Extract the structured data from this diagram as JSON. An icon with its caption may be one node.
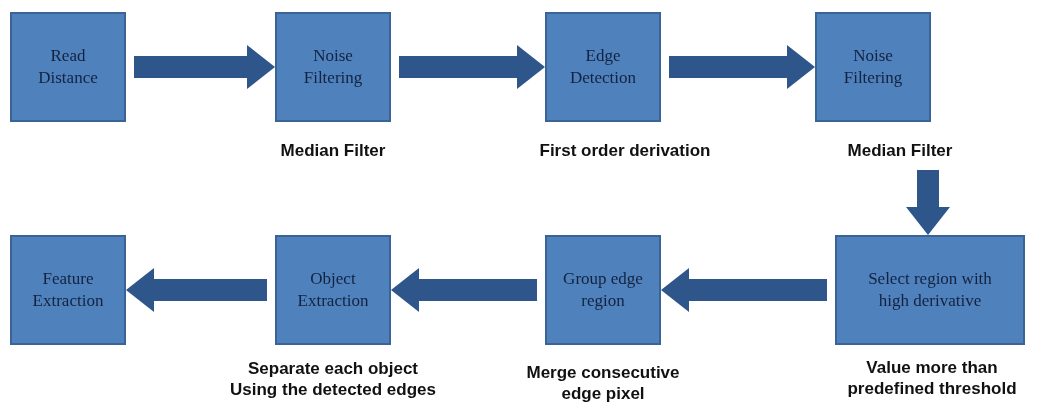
{
  "diagram": {
    "nodes": [
      {
        "text": [
          "Read Distance"
        ]
      },
      {
        "text": [
          "Noise Filtering"
        ],
        "beside": [
          "Median Filter"
        ]
      },
      {
        "text": [
          "Edge Detection"
        ],
        "beside": [
          "First order derivation"
        ]
      },
      {
        "text": [
          "Noise Filtering"
        ],
        "beside": [
          "Median Filter"
        ]
      },
      {
        "text": [
          "Feature Extraction"
        ]
      },
      {
        "text": [
          "Object Extraction"
        ],
        "beside": [
          "Separate each object Using the detected edges"
        ]
      },
      {
        "text": [
          "Group edge region"
        ],
        "beside": [
          "Merge consecutive edge pixel"
        ]
      },
      {
        "text": [
          "Select region with high derivative"
        ],
        "beside": [
          "Value more than predefined threshold"
        ]
      }
    ],
    "edges": [
      {
        "from": 0,
        "to": 1,
        "arrow": "to"
      },
      {
        "from": 1,
        "to": 2,
        "arrow": "to"
      },
      {
        "from": 2,
        "to": 3,
        "arrow": "to"
      },
      {
        "from": 3,
        "to": 7,
        "arrow": "to"
      },
      {
        "from": 7,
        "to": 6,
        "arrow": "to"
      },
      {
        "from": 6,
        "to": 5,
        "arrow": "to"
      },
      {
        "from": 5,
        "to": 4,
        "arrow": "to"
      }
    ]
  }
}
